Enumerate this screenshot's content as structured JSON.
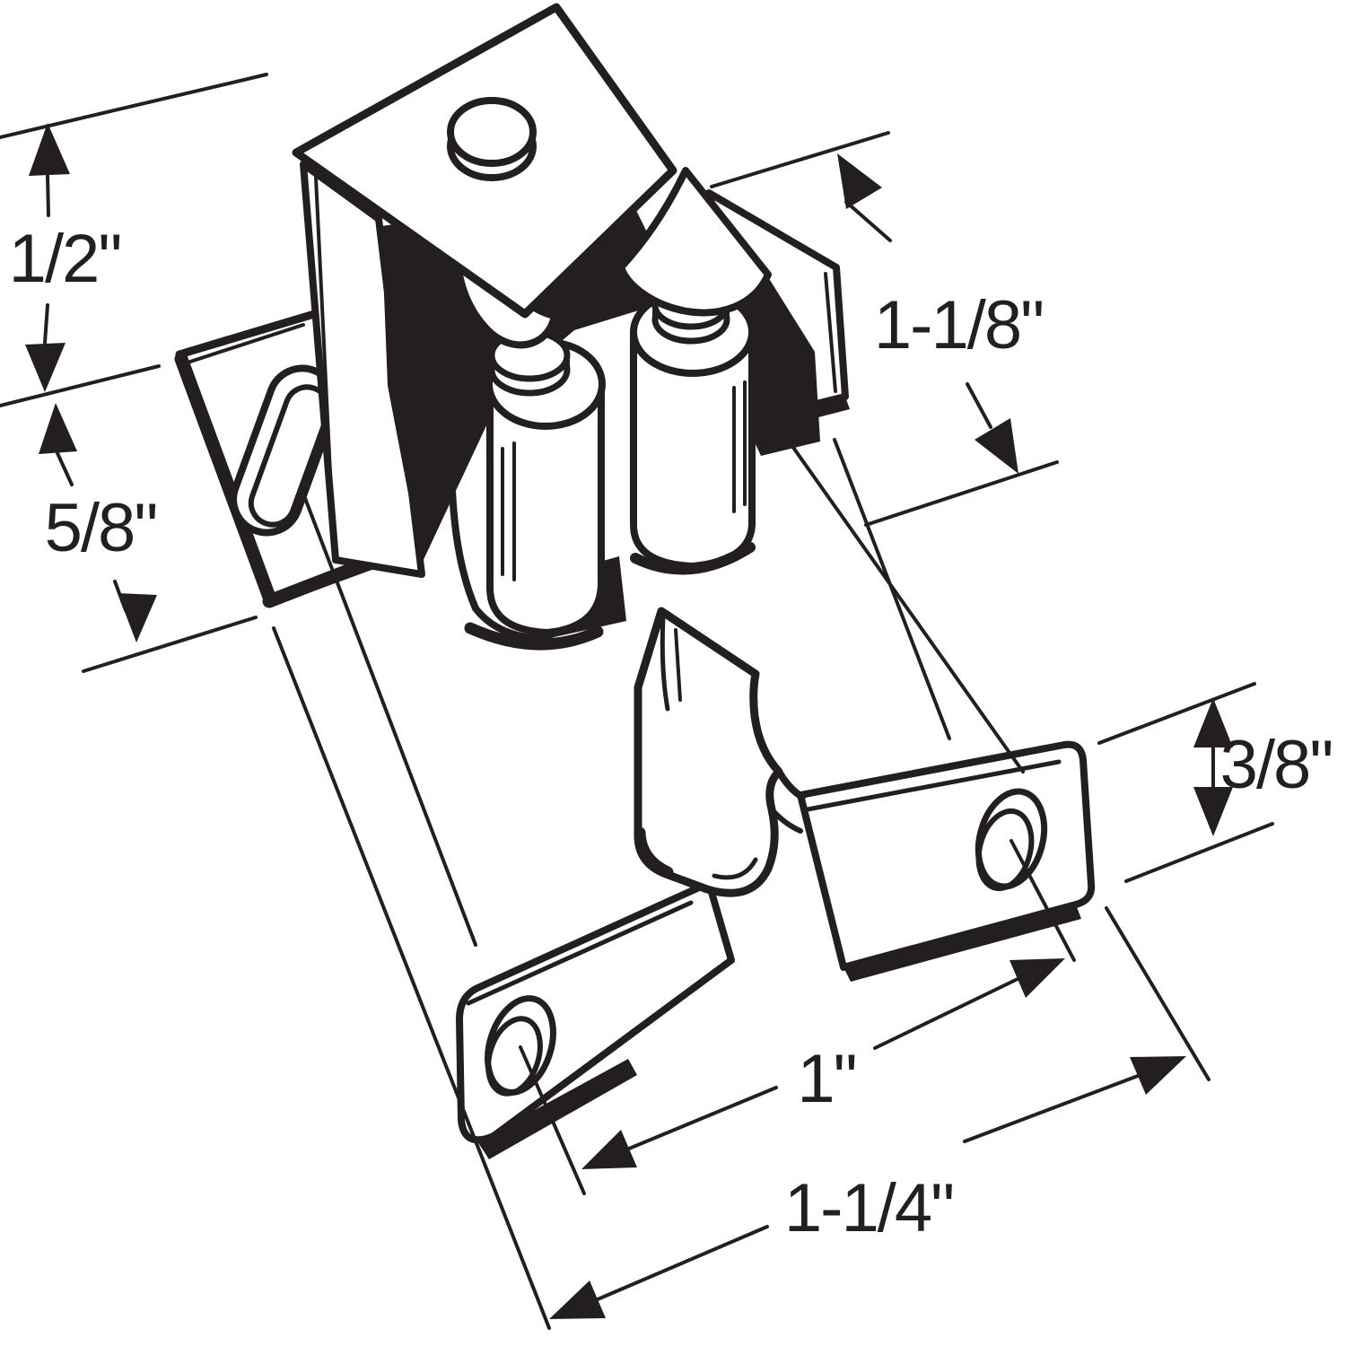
{
  "diagram": {
    "type": "technical-line-drawing",
    "subject": "double roller cabinet catch with strike clip",
    "background_color": "#ffffff",
    "line_color": "#231f20",
    "dimension_labels": {
      "catch_height": "1/2\"",
      "flange_length": "5/8\"",
      "catch_depth": "1-1/8\"",
      "strike_tab_height": "3/8\"",
      "hole_spacing": "1\"",
      "strike_length": "1-1/4\""
    }
  }
}
